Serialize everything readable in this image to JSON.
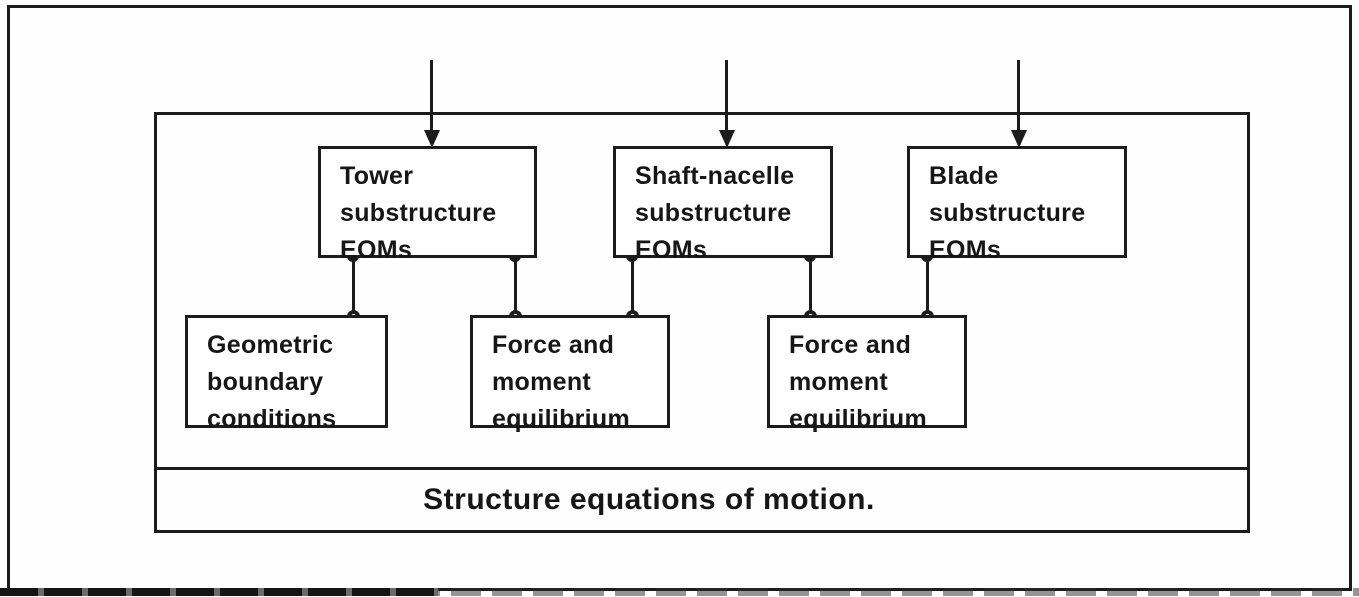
{
  "figure": {
    "type": "block-diagram",
    "footer": {
      "label": "Structure equations of motion."
    },
    "boxes": [
      {
        "id": "tower-substructure-eoms",
        "lines": [
          "Tower",
          "substructure",
          "EOMs"
        ]
      },
      {
        "id": "shaft-nacelle-substructure-eoms",
        "lines": [
          "Shaft-nacelle",
          "substructure",
          "EOMs"
        ]
      },
      {
        "id": "blade-substructure-eoms",
        "lines": [
          "Blade",
          "substructure",
          "EOMs"
        ]
      },
      {
        "id": "geometric-boundary-conditions",
        "lines": [
          "Geometric",
          "boundary",
          "conditions"
        ]
      },
      {
        "id": "force-moment-equilibrium-1",
        "lines": [
          "Force and",
          "moment",
          "equilibrium"
        ]
      },
      {
        "id": "force-moment-equilibrium-2",
        "lines": [
          "Force and",
          "moment",
          "equilibrium"
        ]
      }
    ],
    "external_inputs": [
      {
        "into": "tower-substructure-eoms"
      },
      {
        "into": "shaft-nacelle-substructure-eoms"
      },
      {
        "into": "blade-substructure-eoms"
      }
    ],
    "edges": [
      {
        "from": "tower-substructure-eoms",
        "to": "geometric-boundary-conditions"
      },
      {
        "from": "tower-substructure-eoms",
        "to": "force-moment-equilibrium-1"
      },
      {
        "from": "shaft-nacelle-substructure-eoms",
        "to": "force-moment-equilibrium-1"
      },
      {
        "from": "shaft-nacelle-substructure-eoms",
        "to": "force-moment-equilibrium-2"
      },
      {
        "from": "blade-substructure-eoms",
        "to": "force-moment-equilibrium-2"
      }
    ],
    "colors": {
      "ink": "#1c1c1c",
      "paper": "#ffffff"
    }
  }
}
